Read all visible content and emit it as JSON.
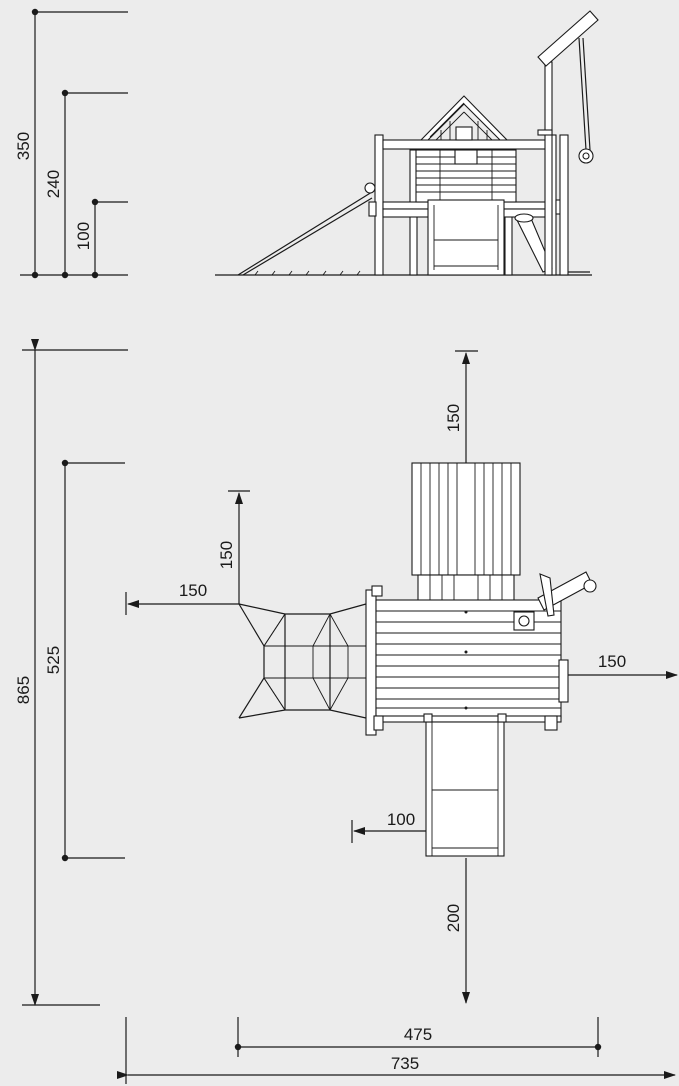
{
  "side_elevation": {
    "dimensions": {
      "total_height": "350",
      "platform_roof_height": "240",
      "platform_height": "100"
    }
  },
  "plan_view": {
    "dimensions": {
      "overall_depth": "865",
      "structure_depth": "525",
      "clearance_top": "150",
      "clearance_net_up": "150",
      "clearance_net_left": "150",
      "clearance_right": "150",
      "clearance_slide_side": "100",
      "clearance_slide_end": "200",
      "structure_width": "475",
      "overall_width": "735"
    }
  },
  "colors": {
    "background": "#ececec",
    "line": "#1a1a1a",
    "fill": "#ffffff"
  }
}
